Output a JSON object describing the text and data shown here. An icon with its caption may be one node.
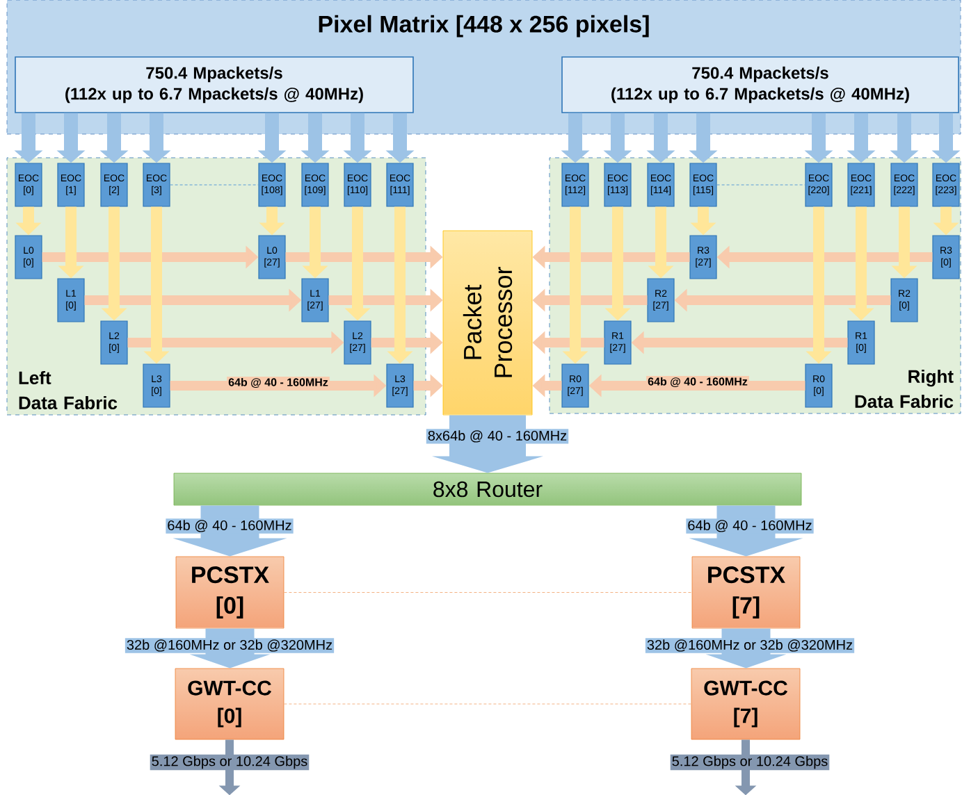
{
  "diagram": {
    "nodes": [
      {
        "text": [
          "Pixel Matrix [448 x 256 pixels]"
        ]
      },
      {
        "text": [
          "750.4 Mpackets/s (112x up to 6.7 Mpackets/s @ 40MHz)"
        ],
        "in": 0
      },
      {
        "text": [
          "750.4 Mpackets/s (112x up to 6.7 Mpackets/s @ 40MHz)"
        ],
        "in": 0
      },
      {
        "text": [
          "Left Data Fabric"
        ]
      },
      {
        "text": [
          "EOC [0]"
        ],
        "in": 3
      },
      {
        "text": [
          "EOC [1]"
        ],
        "in": 3
      },
      {
        "text": [
          "EOC [2]"
        ],
        "in": 3
      },
      {
        "text": [
          "EOC [3]"
        ],
        "in": 3
      },
      {
        "text": [
          "EOC [108]"
        ],
        "in": 3
      },
      {
        "text": [
          "EOC [109]"
        ],
        "in": 3
      },
      {
        "text": [
          "EOC [110]"
        ],
        "in": 3
      },
      {
        "text": [
          "EOC [111]"
        ],
        "in": 3
      },
      {
        "text": [
          "L0 [0]"
        ],
        "in": 3
      },
      {
        "text": [
          "L1 [0]"
        ],
        "in": 3
      },
      {
        "text": [
          "L2 [0]"
        ],
        "in": 3
      },
      {
        "text": [
          "L3 [0]"
        ],
        "in": 3
      },
      {
        "text": [
          "L0 [27]"
        ],
        "in": 3
      },
      {
        "text": [
          "L1 [27]"
        ],
        "in": 3
      },
      {
        "text": [
          "L2 [27]"
        ],
        "in": 3
      },
      {
        "text": [
          "L3 [27]"
        ],
        "in": 3
      },
      {
        "text": [
          "Packet Processor"
        ]
      },
      {
        "text": [
          "Right Data Fabric"
        ]
      },
      {
        "text": [
          "EOC [112]"
        ],
        "in": 21
      },
      {
        "text": [
          "EOC [113]"
        ],
        "in": 21
      },
      {
        "text": [
          "EOC [114]"
        ],
        "in": 21
      },
      {
        "text": [
          "EOC [115]"
        ],
        "in": 21
      },
      {
        "text": [
          "EOC [220]"
        ],
        "in": 21
      },
      {
        "text": [
          "EOC [221]"
        ],
        "in": 21
      },
      {
        "text": [
          "EOC [222]"
        ],
        "in": 21
      },
      {
        "text": [
          "EOC [223]"
        ],
        "in": 21
      },
      {
        "text": [
          "R0 [27]"
        ],
        "in": 21
      },
      {
        "text": [
          "R1 [27]"
        ],
        "in": 21
      },
      {
        "text": [
          "R2 [27]"
        ],
        "in": 21
      },
      {
        "text": [
          "R3 [27]"
        ],
        "in": 21
      },
      {
        "text": [
          "R0 [0]"
        ],
        "in": 21
      },
      {
        "text": [
          "R1 [0]"
        ],
        "in": 21
      },
      {
        "text": [
          "R2 [0]"
        ],
        "in": 21
      },
      {
        "text": [
          "R3 [0]"
        ],
        "in": 21
      },
      {
        "text": [
          "8x8 Router"
        ]
      },
      {
        "text": [
          "PCSTX [0]"
        ]
      },
      {
        "text": [
          "PCSTX [7]"
        ]
      },
      {
        "text": [
          "GWT-CC [0]"
        ]
      },
      {
        "text": [
          "GWT-CC [7]"
        ]
      }
    ],
    "edges": [
      {
        "from": 1,
        "to": 4,
        "arrow": "to"
      },
      {
        "from": 1,
        "to": 5,
        "arrow": "to"
      },
      {
        "from": 1,
        "to": 6,
        "arrow": "to"
      },
      {
        "from": 1,
        "to": 7,
        "arrow": "to"
      },
      {
        "from": 1,
        "to": 8,
        "arrow": "to"
      },
      {
        "from": 1,
        "to": 9,
        "arrow": "to"
      },
      {
        "from": 1,
        "to": 10,
        "arrow": "to"
      },
      {
        "from": 1,
        "to": 11,
        "arrow": "to"
      },
      {
        "from": 2,
        "to": 22,
        "arrow": "to"
      },
      {
        "from": 2,
        "to": 23,
        "arrow": "to"
      },
      {
        "from": 2,
        "to": 24,
        "arrow": "to"
      },
      {
        "from": 2,
        "to": 25,
        "arrow": "to"
      },
      {
        "from": 2,
        "to": 26,
        "arrow": "to"
      },
      {
        "from": 2,
        "to": 27,
        "arrow": "to"
      },
      {
        "from": 2,
        "to": 28,
        "arrow": "to"
      },
      {
        "from": 2,
        "to": 29,
        "arrow": "to"
      },
      {
        "from": 12,
        "to": 16,
        "arrow": "to",
        "color": "#f8cbad"
      },
      {
        "from": 13,
        "to": 17,
        "arrow": "to",
        "color": "#f8cbad"
      },
      {
        "from": 14,
        "to": 18,
        "arrow": "to",
        "color": "#f8cbad"
      },
      {
        "from": 15,
        "to": 19,
        "arrow": "to",
        "color": "#f8cbad",
        "label": "64b @ 40 - 160MHz"
      },
      {
        "from": 16,
        "to": 20,
        "arrow": "to",
        "color": "#f8cbad"
      },
      {
        "from": 17,
        "to": 20,
        "arrow": "to",
        "color": "#f8cbad"
      },
      {
        "from": 18,
        "to": 20,
        "arrow": "to",
        "color": "#f8cbad"
      },
      {
        "from": 19,
        "to": 20,
        "arrow": "to",
        "color": "#f8cbad"
      },
      {
        "from": 37,
        "to": 33,
        "arrow": "to",
        "color": "#f8cbad"
      },
      {
        "from": 36,
        "to": 32,
        "arrow": "to",
        "color": "#f8cbad"
      },
      {
        "from": 35,
        "to": 31,
        "arrow": "to",
        "color": "#f8cbad"
      },
      {
        "from": 34,
        "to": 30,
        "arrow": "to",
        "color": "#f8cbad",
        "label": "64b @ 40 - 160MHz"
      },
      {
        "from": 33,
        "to": 20,
        "arrow": "to",
        "color": "#f8cbad"
      },
      {
        "from": 32,
        "to": 20,
        "arrow": "to",
        "color": "#f8cbad"
      },
      {
        "from": 31,
        "to": 20,
        "arrow": "to",
        "color": "#f8cbad"
      },
      {
        "from": 30,
        "to": 20,
        "arrow": "to",
        "color": "#f8cbad"
      },
      {
        "from": 4,
        "to": 12,
        "arrow": "to",
        "color": "#ffe699"
      },
      {
        "from": 5,
        "to": 13,
        "arrow": "to",
        "color": "#ffe699"
      },
      {
        "from": 6,
        "to": 14,
        "arrow": "to",
        "color": "#ffe699"
      },
      {
        "from": 7,
        "to": 15,
        "arrow": "to",
        "color": "#ffe699"
      },
      {
        "from": 8,
        "to": 16,
        "arrow": "to",
        "color": "#ffe699"
      },
      {
        "from": 9,
        "to": 17,
        "arrow": "to",
        "color": "#ffe699"
      },
      {
        "from": 10,
        "to": 18,
        "arrow": "to",
        "color": "#ffe699"
      },
      {
        "from": 11,
        "to": 19,
        "arrow": "to",
        "color": "#ffe699"
      },
      {
        "from": 22,
        "to": 30,
        "arrow": "to",
        "color": "#ffe699"
      },
      {
        "from": 23,
        "to": 31,
        "arrow": "to",
        "color": "#ffe699"
      },
      {
        "from": 24,
        "to": 32,
        "arrow": "to",
        "color": "#ffe699"
      },
      {
        "from": 25,
        "to": 33,
        "arrow": "to",
        "color": "#ffe699"
      },
      {
        "from": 26,
        "to": 34,
        "arrow": "to",
        "color": "#ffe699"
      },
      {
        "from": 27,
        "to": 35,
        "arrow": "to",
        "color": "#ffe699"
      },
      {
        "from": 28,
        "to": 36,
        "arrow": "to",
        "color": "#ffe699"
      },
      {
        "from": 29,
        "to": 37,
        "arrow": "to",
        "color": "#ffe699"
      },
      {
        "from": 20,
        "to": 38,
        "arrow": "to",
        "style": "thick",
        "label": "8x64b @ 40 - 160MHz"
      },
      {
        "from": 38,
        "to": 39,
        "arrow": "to",
        "style": "thick",
        "label": "64b @ 40 - 160MHz"
      },
      {
        "from": 38,
        "to": 40,
        "arrow": "to",
        "style": "thick",
        "label": "64b @ 40 - 160MHz"
      },
      {
        "from": 39,
        "to": 41,
        "arrow": "to",
        "style": "thick",
        "label": "32b @160MHz or 32b @320MHz"
      },
      {
        "from": 40,
        "to": 42,
        "arrow": "to",
        "style": "thick",
        "label": "32b @160MHz or 32b @320MHz"
      },
      {
        "from": 41,
        "to": null,
        "arrow": "to",
        "color": "#8497b0",
        "label": "5.12 Gbps or 10.24 Gbps"
      },
      {
        "from": 42,
        "to": null,
        "arrow": "to",
        "color": "#8497b0",
        "label": "5.12 Gbps or 10.24 Gbps"
      },
      {
        "from": 7,
        "to": 8,
        "arrow": "none",
        "style": "dashed",
        "color": "#5b9bd5"
      },
      {
        "from": 25,
        "to": 26,
        "arrow": "none",
        "style": "dashed",
        "color": "#5b9bd5"
      },
      {
        "from": 39,
        "to": 40,
        "arrow": "none",
        "style": "dashed",
        "color": "#f4b183"
      },
      {
        "from": 41,
        "to": 42,
        "arrow": "none",
        "style": "dashed",
        "color": "#f4b183"
      }
    ]
  }
}
